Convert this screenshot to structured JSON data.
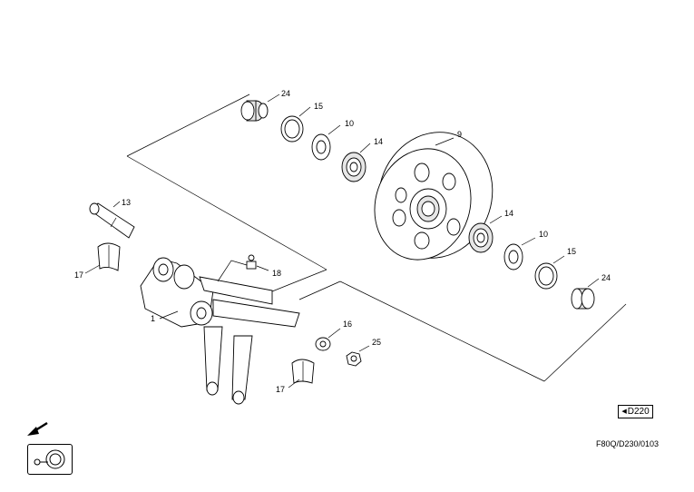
{
  "callouts": {
    "p24_top": "24",
    "p15_top": "15",
    "p10_top": "10",
    "p14_top": "14",
    "p9": "9",
    "p14_right": "14",
    "p10_right": "10",
    "p15_right": "15",
    "p24_right": "24",
    "p13": "13",
    "p17_left": "17",
    "p18": "18",
    "p1": "1",
    "p16": "16",
    "p25": "25",
    "p17_bottom": "17"
  },
  "reference": {
    "page_ref": "D220"
  },
  "drawing_code": "F80Q/D230/0103"
}
